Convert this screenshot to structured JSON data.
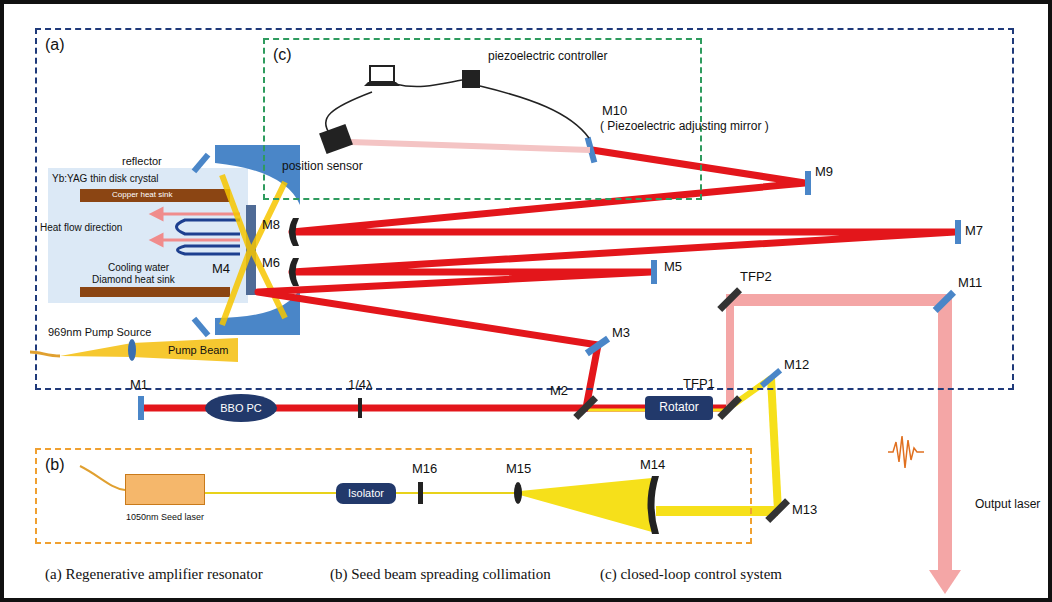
{
  "diagram": {
    "nodes": [
      {
        "text": [
          "(a)"
        ]
      },
      {
        "text": [
          "(c)"
        ],
        "in": 0
      },
      {
        "text": [
          "BBO PC"
        ],
        "in": 0
      },
      {
        "text": [
          "Rotator"
        ],
        "in": 0
      },
      {
        "text": [
          "(b)"
        ]
      },
      {
        "text": [
          "Isolator"
        ],
        "in": 4
      },
      {
        "text": [
          "1050nm Seed laser"
        ],
        "in": 4
      }
    ],
    "labels": [
      "(a) Regenerative amplifier resonator",
      "(b) Seed beam spreading collimation",
      "(c) closed-loop control system",
      "piezoelectric controller",
      "position sensor",
      "M10",
      "( Piezoelectric adjusting mirror )",
      "M9",
      "M8",
      "M7",
      "M6",
      "M5",
      "reflector",
      "Yb:YAG thin disk crystal",
      "Copper heat sink",
      "Heat flow direction",
      "Cooling water",
      "Diamond heat sink",
      "M4",
      "969nm Pump Source",
      "Pump Beam",
      "M3",
      "M1",
      "1/4λ",
      "M2",
      "TFP1",
      "TFP2",
      "M11",
      "M12",
      "M16",
      "M15",
      "M14",
      "M13",
      "Output laser"
    ]
  }
}
